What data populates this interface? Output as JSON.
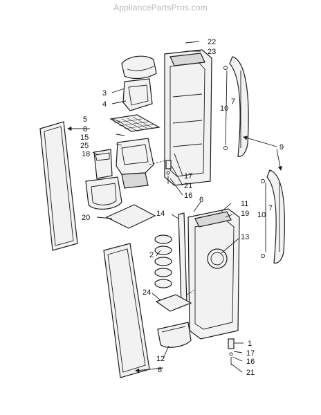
{
  "watermark": "AppliancePartsPros.com",
  "callouts": [
    "1",
    "2",
    "3",
    "4",
    "5",
    "6",
    "7",
    "7",
    "8",
    "8",
    "9",
    "10",
    "10",
    "11",
    "12",
    "13",
    "14",
    "15",
    "16",
    "16",
    "17",
    "17",
    "18",
    "19",
    "20",
    "21",
    "21",
    "22",
    "23",
    "24",
    "25"
  ]
}
